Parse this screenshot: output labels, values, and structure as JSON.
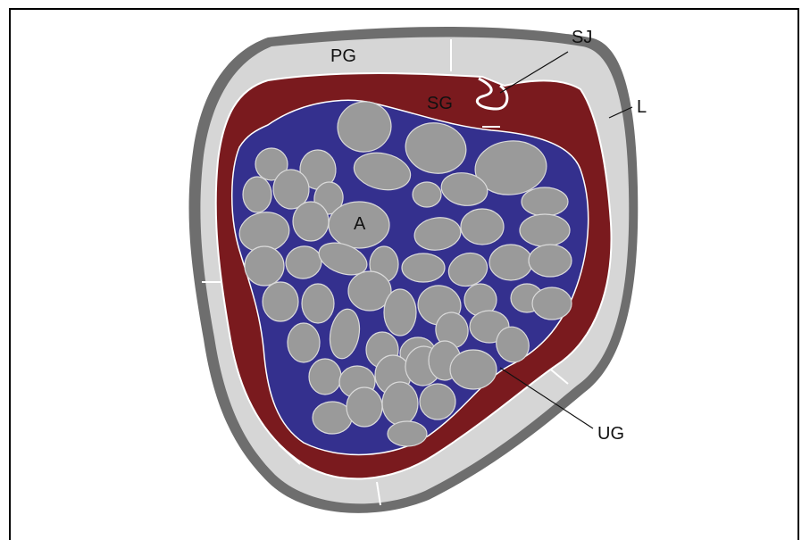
{
  "diagram": {
    "labels": {
      "pg": "PG",
      "sj": "SJ",
      "sg": "SG",
      "l": "L",
      "a": "A",
      "ug": "UG"
    },
    "colors": {
      "outer_layer": "#6e6e6e",
      "pg_layer": "#d6d6d6",
      "sg_layer": "#7a1a1e",
      "ug_layer": "#34308e",
      "fiber": "#9a9a9a",
      "fiber_border": "#dadada"
    }
  }
}
